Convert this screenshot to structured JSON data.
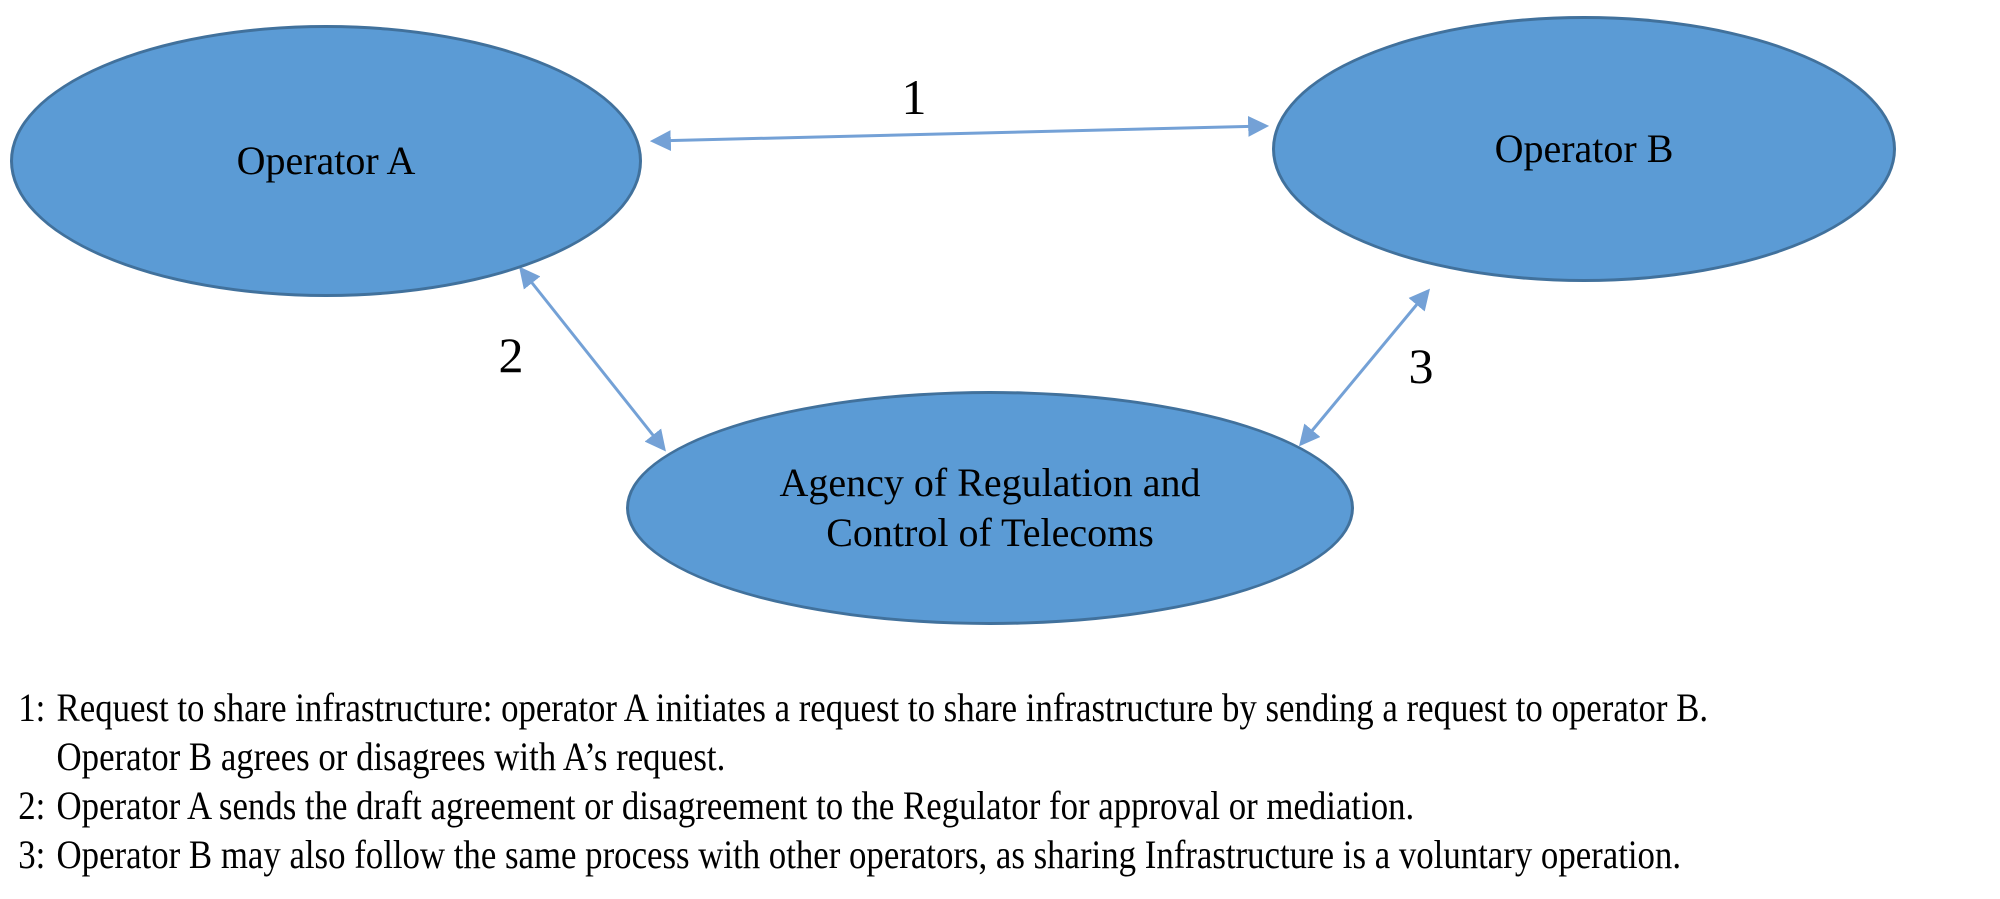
{
  "diagram": {
    "nodes": [
      {
        "id": "operator-a",
        "label": "Operator A"
      },
      {
        "id": "operator-b",
        "label": "Operator B"
      },
      {
        "id": "agency",
        "label_lines": [
          "Agency of Regulation and",
          "Control of Telecoms"
        ]
      }
    ],
    "edges": [
      {
        "label": "1",
        "from": "operator-a",
        "to": "operator-b",
        "style": "bidirectional-arrow"
      },
      {
        "label": "2",
        "from": "operator-a",
        "to": "agency",
        "style": "bidirectional-arrow"
      },
      {
        "label": "3",
        "from": "operator-b",
        "to": "agency",
        "style": "bidirectional-arrow"
      }
    ],
    "colors": {
      "node_fill": "#5b9bd5",
      "node_border": "#41719c",
      "arrow": "#74a1d6",
      "text": "#000000",
      "background": "#ffffff"
    }
  },
  "notes": {
    "items": [
      {
        "number": "1:",
        "lines": [
          "Request to share infrastructure: operator A initiates a request to share infrastructure by sending a request to operator B.",
          "Operator B agrees or disagrees with A’s request."
        ]
      },
      {
        "number": "2:",
        "lines": [
          "Operator A sends the draft agreement or disagreement to the Regulator for approval or mediation."
        ]
      },
      {
        "number": "3:",
        "lines": [
          "Operator B may also follow the same process with other operators, as sharing Infrastructure is a voluntary operation."
        ]
      }
    ]
  }
}
